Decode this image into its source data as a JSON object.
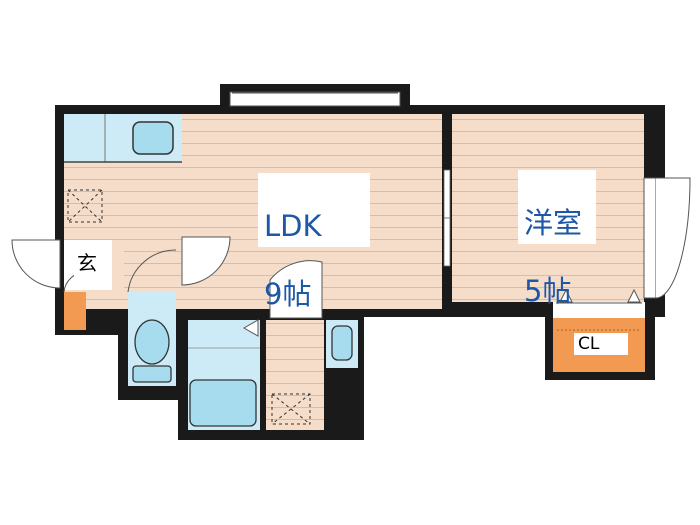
{
  "rooms": {
    "ldk": {
      "name": "LDK",
      "size": "9帖"
    },
    "western": {
      "name": "洋室",
      "size": "5帖"
    },
    "entrance": {
      "name": "玄"
    },
    "closet": {
      "name": "CL"
    }
  },
  "colors": {
    "wall": "#1a1a1a",
    "floor_wood": "#f6ddc9",
    "floor_line": "#d9bba6",
    "wet_area": "#cdebf6",
    "fixture": "#a7dcef",
    "closet": "#f29a52",
    "label_text": "#1d57a8"
  }
}
